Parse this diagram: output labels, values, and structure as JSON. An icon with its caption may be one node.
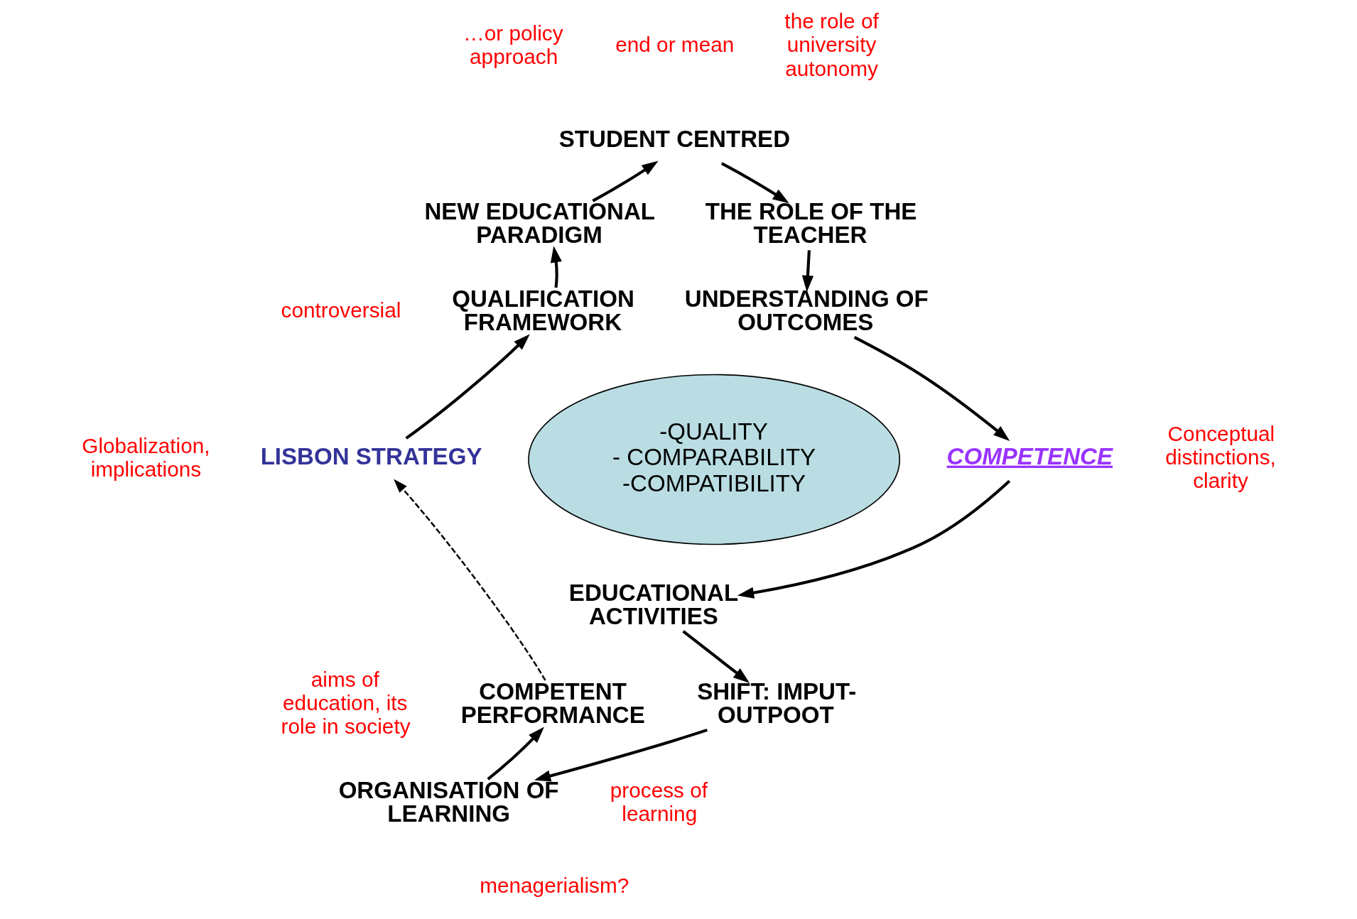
{
  "diagram": {
    "nodes": [
      {
        "text": [
          "STUDENT CENTRED"
        ]
      },
      {
        "text": [
          "THE ROLE OF THE TEACHER"
        ]
      },
      {
        "text": [
          "UNDERSTANDING OF OUTCOMES"
        ]
      },
      {
        "text": [
          "COMPETENCE"
        ]
      },
      {
        "text": [
          "EDUCATIONAL ACTIVITIES"
        ]
      },
      {
        "text": [
          "SHIFT: IMPUT-OUTPOOT"
        ]
      },
      {
        "text": [
          "ORGANISATION OF LEARNING"
        ]
      },
      {
        "text": [
          "COMPETENT PERFORMANCE"
        ]
      },
      {
        "text": [
          "LISBON STRATEGY"
        ]
      },
      {
        "text": [
          "QUALIFICATION FRAMEWORK"
        ]
      },
      {
        "text": [
          "NEW EDUCATIONAL PARADIGM"
        ]
      },
      {
        "text": [
          "-QUALITY",
          "- COMPARABILITY",
          "-COMPATIBILITY"
        ]
      }
    ],
    "edges": [
      {
        "from": 0,
        "to": 1,
        "arrow": "to"
      },
      {
        "from": 1,
        "to": 2,
        "arrow": "to"
      },
      {
        "from": 2,
        "to": 3,
        "arrow": "to"
      },
      {
        "from": 3,
        "to": 4,
        "arrow": "to"
      },
      {
        "from": 4,
        "to": 5,
        "arrow": "to"
      },
      {
        "from": 5,
        "to": 6,
        "arrow": "to"
      },
      {
        "from": 6,
        "to": 7,
        "arrow": "to"
      },
      {
        "from": 7,
        "to": 8,
        "arrow": "to",
        "style": "dashed"
      },
      {
        "from": 8,
        "to": 9,
        "arrow": "to"
      },
      {
        "from": 9,
        "to": 10,
        "arrow": "to"
      },
      {
        "from": 10,
        "to": 0,
        "arrow": "to"
      }
    ],
    "labels": [
      "end or mean",
      "…or policy approach",
      "the role of university autonomy",
      "controversial",
      "Conceptual distinctions, clarity",
      "Globalization, implications",
      "aims of education, its role in society",
      "process of learning",
      "menagerialism?"
    ]
  }
}
